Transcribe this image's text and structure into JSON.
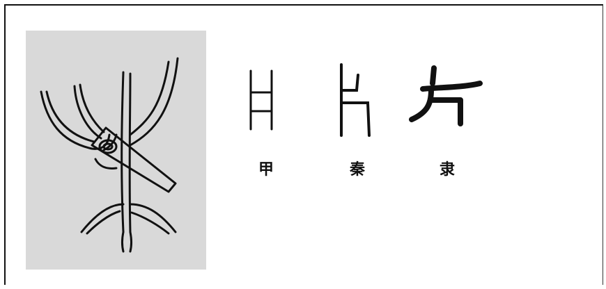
{
  "figure": {
    "captions": {
      "jia": "甲",
      "qin": "秦",
      "li": "隶"
    }
  }
}
